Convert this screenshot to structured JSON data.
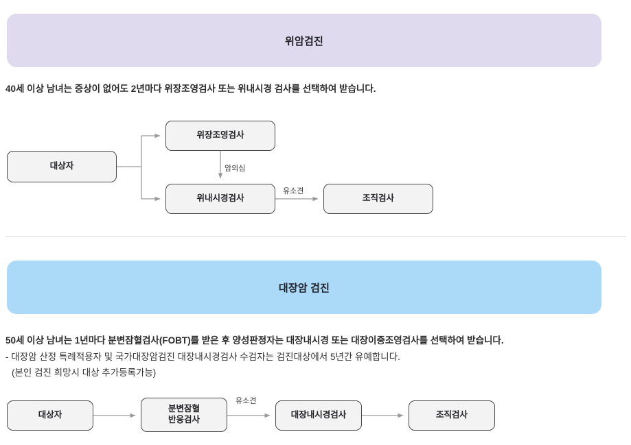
{
  "sections": [
    {
      "id": "stomach",
      "banner_title": "위암검진",
      "banner_color": "#dfdaed",
      "description": "40세 이상 남녀는 증상이 없어도 2년마다 위장조영검사 또는 위내시경 검사를 선택하여 받습니다.",
      "flow": {
        "nodes": [
          {
            "id": "target",
            "label": "대상자"
          },
          {
            "id": "ugi",
            "label": "위장조영검사"
          },
          {
            "id": "endo",
            "label": "위내시경검사"
          },
          {
            "id": "biopsy",
            "label": "조직검사"
          }
        ],
        "edge_labels": [
          {
            "id": "suspect",
            "label": "암의심"
          },
          {
            "id": "finding",
            "label": "유소견"
          }
        ]
      }
    },
    {
      "id": "colon",
      "banner_title": "대장암 검진",
      "banner_color": "#aadaf8",
      "description_lines": [
        "50세 이상 남녀는 1년마다 분변잠혈검사(FOBT)를 받은 후 양성판정자는 대장내시경 또는 대장이중조영검사를 선택하여 받습니다.",
        "- 대장암 산정 특례적용자 및 국가대장암검진 대장내시경검사 수검자는 검진대상에서 5년간 유예합니다.",
        "(본인 검진 희망시 대상 추가등록가능)"
      ],
      "flow": {
        "nodes": [
          {
            "id": "target",
            "label": "대상자"
          },
          {
            "id": "fobt_line1",
            "label": "분변잠혈"
          },
          {
            "id": "fobt_line2",
            "label": "반응검사"
          },
          {
            "id": "colonoscopy",
            "label": "대장내시경검사"
          },
          {
            "id": "biopsy",
            "label": "조직검사"
          }
        ],
        "edge_labels": [
          {
            "id": "finding",
            "label": "유소견"
          }
        ]
      }
    }
  ],
  "theme": {
    "node_fill": "#f3f3f3",
    "node_border": "#4a4a4a",
    "connector_color": "#9a9a9a",
    "divider_color": "#dcdcdc",
    "text_color": "#1f1f26"
  }
}
